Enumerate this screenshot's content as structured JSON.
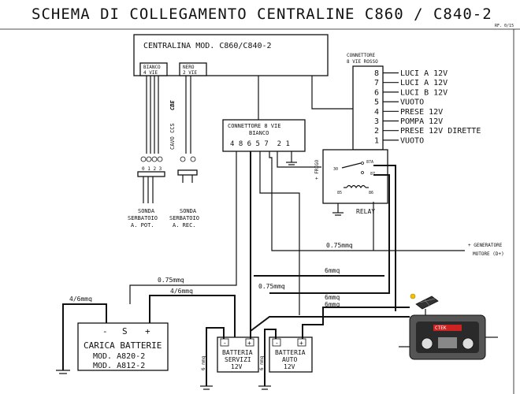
{
  "title": "SCHEMA DI COLLEGAMENTO CENTRALINE C860 / C840-2",
  "ref": "RF. 0/15",
  "centralina": {
    "label": "CENTRALINA MOD. C860/C840-2",
    "bianco_line1": "BIANCO",
    "bianco_line2": "4 VIE",
    "nero_line1": "NERO",
    "nero_line2": "2 VIE"
  },
  "connettore_rosso": {
    "title_line1": "CONNETTORE",
    "title_line2": "8 VIE ROSSO",
    "pins": [
      {
        "num": "8",
        "label": "LUCI A 12V"
      },
      {
        "num": "7",
        "label": "LUCI A 12V"
      },
      {
        "num": "6",
        "label": "LUCI B 12V"
      },
      {
        "num": "5",
        "label": "VUOTO"
      },
      {
        "num": "4",
        "label": "PRESE 12V"
      },
      {
        "num": "3",
        "label": "POMPA 12V"
      },
      {
        "num": "2",
        "label": "PRESE 12V DIRETTE"
      },
      {
        "num": "1",
        "label": "VUOTO"
      }
    ]
  },
  "connettore_bianco": {
    "title_line1": "CONNETTORE 8 VIE",
    "title_line2": "BIANCO",
    "pins": "4 8 6 5 7  2 1"
  },
  "cavo_label": "CAVO CCS",
  "cavo_brand": "CBE",
  "sonda_pot": {
    "pins": "0 1 2 3",
    "line1": "SONDA",
    "line2": "SERBATOIO",
    "line3": "A. POT."
  },
  "sonda_rec": {
    "line1": "SONDA",
    "line2": "SERBATOIO",
    "line3": "A. REC."
  },
  "relay": {
    "label": "RELAY",
    "frigo": "+ FRIGO",
    "pin30": "30",
    "pin87a": "87A",
    "pin87": "87",
    "pin85": "85",
    "pin86": "86"
  },
  "generatore": {
    "line1": "+ GENERATORE",
    "line2": "MOTORE (D+)"
  },
  "wire_labels": {
    "w075_top": "0.75mmq",
    "w6_top": "6mmq",
    "w075_left": "0.75mmq",
    "w075_mid": "0.75mmq",
    "w46_left": "4/6mmq",
    "w46_mid": "4/6mmq",
    "w6_a": "6mmq",
    "w6_b": "6mmq",
    "w6_vert_left": "6 mmq",
    "w6_vert_right": "6 mmq"
  },
  "carica": {
    "minus": "-",
    "s": "S",
    "plus": "+",
    "line1": "CARICA BATTERIE",
    "line2": "MOD. A820-2",
    "line3": "MOD. A812-2"
  },
  "batt_servizi": {
    "minus": "-",
    "plus": "+",
    "line1": "BATTERIA",
    "line2": "SERVIZI",
    "line3": "12V"
  },
  "batt_auto": {
    "minus": "-",
    "plus": "+",
    "line1": "BATTERIA",
    "line2": "AUTO",
    "line3": "12V"
  },
  "ctek": {
    "brand": "CTEK"
  }
}
